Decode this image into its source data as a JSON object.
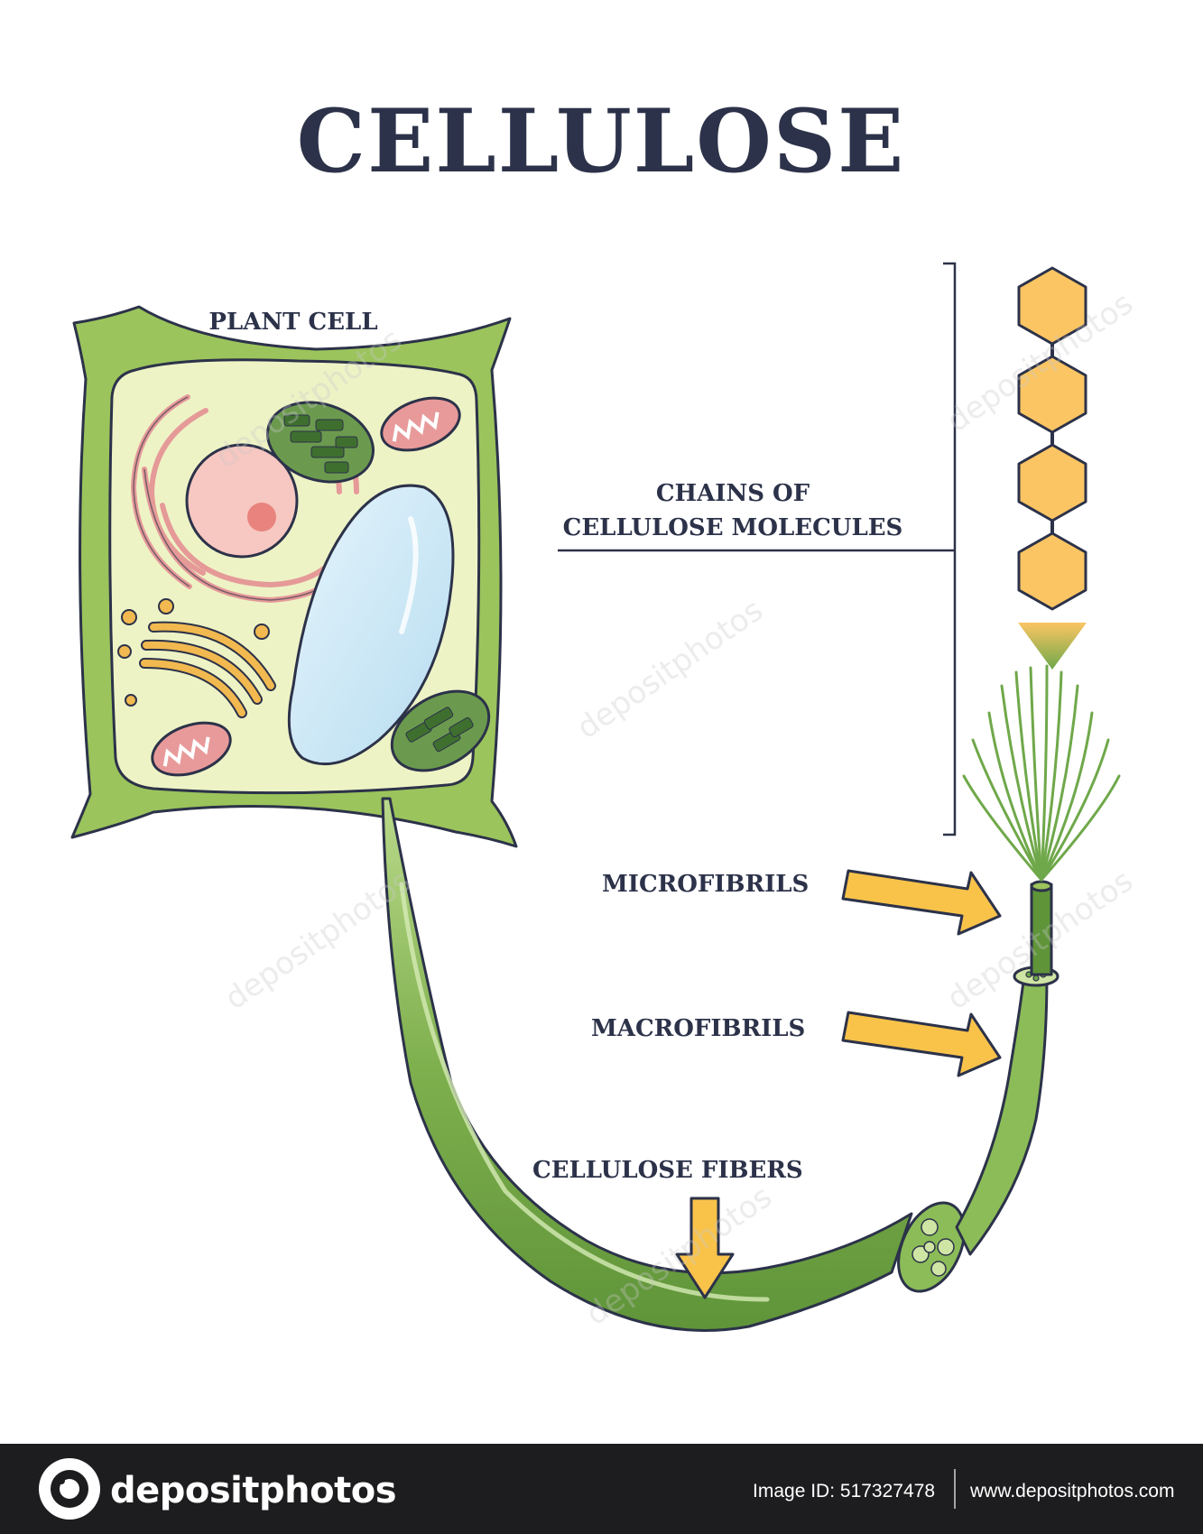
{
  "title": "CELLULOSE",
  "labels": {
    "plant_cell": "PLANT CELL",
    "chains_line1": "CHAINS OF",
    "chains_line2": "CELLULOSE MOLECULES",
    "microfibrils": "MICROFIBRILS",
    "macrofibrils": "MACROFIBRILS",
    "cellulose_fibers": "CELLULOSE FIBERS"
  },
  "footer": {
    "brand": "depositphotos",
    "image_id": "Image ID: 517327478",
    "url": "www.depositphotos.com"
  },
  "watermark": "depositphotos",
  "colors": {
    "outline": "#2c3249",
    "cell_wall": "#9bc45c",
    "cytoplasm": "#eef3c6",
    "nucleus": "#f7c7c1",
    "vacuole": "#c7e6f5",
    "mitochondria": "#e89a9a",
    "chloroplast": "#6b9a4e",
    "golgi": "#f1b94f",
    "glucose": "#fbc563",
    "arrow": "#f9c34a",
    "fiber": "#7fb04e",
    "footer_bg": "#1d1d1f"
  },
  "icons": [
    "hexagon-icon",
    "arrow-right-icon",
    "arrow-down-icon",
    "camera-logo-icon"
  ]
}
